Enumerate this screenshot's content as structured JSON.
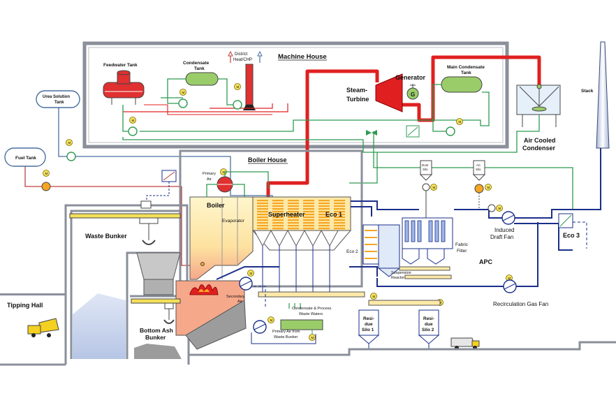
{
  "labels": {
    "machine_house": "Machine House",
    "feedwater_tank": "Feedwater Tank",
    "condensate_tank_1": "Condensate",
    "condensate_tank_2": "Tank",
    "district_heat_1": "District",
    "district_heat_2": "Heat/CHP",
    "generator": "Generator",
    "generator_symbol": "G",
    "steam_turbine_1": "Steam-",
    "steam_turbine_2": "Turbine",
    "main_condensate_1": "Main Condensate",
    "main_condensate_2": "Tank",
    "air_cooled_1": "Air Cooled",
    "air_cooled_2": "Condenser",
    "stack": "Stack",
    "urea_1": "Urea Solution",
    "urea_2": "Tank",
    "fuel_tank": "Fuel Tank",
    "boiler_house": "Boiler House",
    "primary_air_1": "Primary",
    "primary_air_2": "Air",
    "boiler": "Boiler",
    "evaporator": "Evaporator",
    "superheater": "Superheater",
    "eco1": "Eco 1",
    "eco2": "Eco 2",
    "eco3": "Eco 3",
    "dust_silo_1": "Dust",
    "dust_silo_2": "Silo",
    "ac_silo_1": "AC",
    "ac_silo_2": "Silo",
    "fabric_filter_1": "Fabric",
    "fabric_filter_2": "Filter",
    "induced_1": "Induced",
    "induced_2": "Draft Fan",
    "apc": "APC",
    "suspension_1": "Suspension",
    "suspension_2": "Reactor",
    "recirc_fan": "Recirculation Gas Fan",
    "waste_bunker": "Waste Bunker",
    "tipping_hall": "Tipping Hall",
    "secondary_air_1": "Secondary",
    "secondary_air_2": "Air",
    "condensate_ww_1": "Condensate & Process",
    "condensate_ww_2": "Waste Waters",
    "primary_air_wb_1": "Primary Air from",
    "primary_air_wb_2": "Waste Bunker",
    "bottom_ash_1": "Bottom Ash",
    "bottom_ash_2": "Bunker",
    "residue_silo1_1": "Resi-",
    "residue_silo1_2": "due",
    "residue_silo1_3": "Silo 1",
    "residue_silo2_1": "Resi-",
    "residue_silo2_2": "due",
    "residue_silo2_3": "Silo 2",
    "motor": "M"
  },
  "colors": {
    "steam": "#e02020",
    "flue_gas": "#1a2f8a",
    "water": "#2e9a52",
    "urea": "#4a6fa0",
    "fuel": "#c04040",
    "equipment_green": "#9acd6a",
    "boiler_fill": "#fde9a8",
    "eco_orange": "#f5a623",
    "building": "#8a8f9a"
  }
}
